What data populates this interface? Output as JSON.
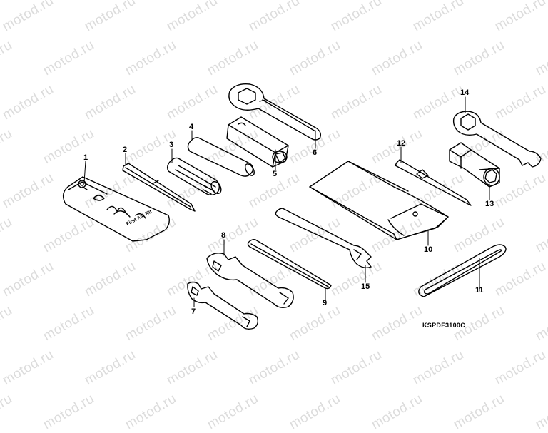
{
  "watermark": "motod.ru",
  "diagram_code": "KSPDF3100C",
  "kit_label": "First Aid Kit",
  "callouts": {
    "c1": "1",
    "c2": "2",
    "c3": "3",
    "c4": "4",
    "c5": "5",
    "c6": "6",
    "c7": "7",
    "c8": "8",
    "c9": "9",
    "c10": "10",
    "c11": "11",
    "c12": "12",
    "c13": "13",
    "c14": "14",
    "c15": "15"
  }
}
